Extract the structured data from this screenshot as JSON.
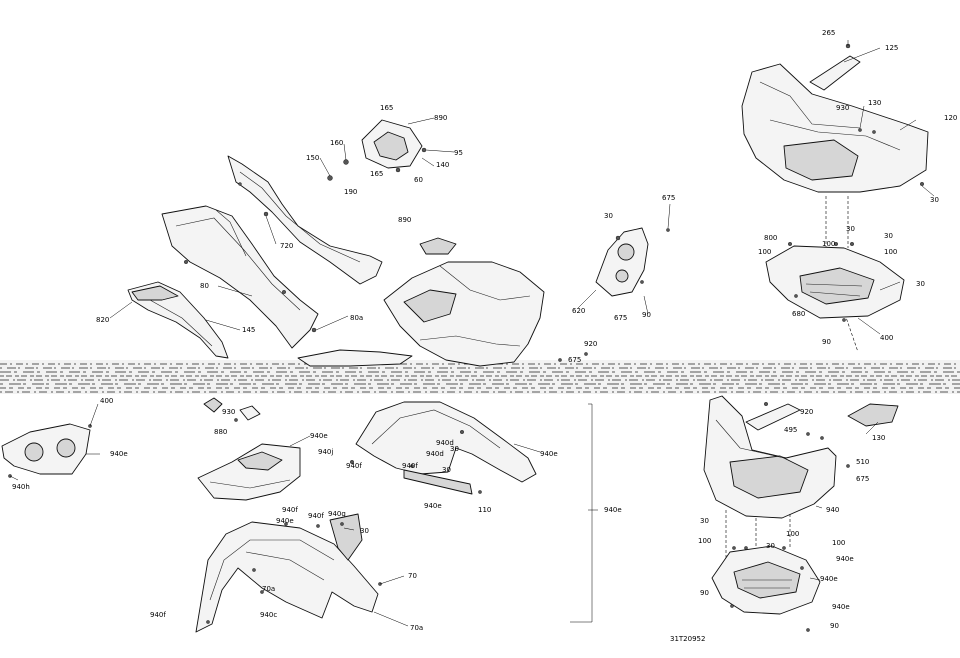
{
  "drawing_number": "31T20952",
  "callouts": [
    {
      "id": "c265",
      "text": "265"
    },
    {
      "id": "c125",
      "text": "125"
    },
    {
      "id": "c930a",
      "text": "930"
    },
    {
      "id": "c130a",
      "text": "130"
    },
    {
      "id": "c120",
      "text": "120"
    },
    {
      "id": "c30a",
      "text": "30"
    },
    {
      "id": "c165a",
      "text": "165"
    },
    {
      "id": "c890a",
      "text": "890"
    },
    {
      "id": "c160",
      "text": "160"
    },
    {
      "id": "c95",
      "text": "95"
    },
    {
      "id": "c150",
      "text": "150"
    },
    {
      "id": "c140",
      "text": "140"
    },
    {
      "id": "c165b",
      "text": "165"
    },
    {
      "id": "c60",
      "text": "60"
    },
    {
      "id": "c190",
      "text": "190"
    },
    {
      "id": "c890b",
      "text": "890"
    },
    {
      "id": "c30b",
      "text": "30"
    },
    {
      "id": "c675a",
      "text": "675"
    },
    {
      "id": "c720",
      "text": "720"
    },
    {
      "id": "c30c",
      "text": "30"
    },
    {
      "id": "c100a",
      "text": "100"
    },
    {
      "id": "c100b",
      "text": "100"
    },
    {
      "id": "c30d",
      "text": "30"
    },
    {
      "id": "c100c",
      "text": "100"
    },
    {
      "id": "c800",
      "text": "800"
    },
    {
      "id": "c80",
      "text": "80"
    },
    {
      "id": "c30e",
      "text": "30"
    },
    {
      "id": "c620",
      "text": "620"
    },
    {
      "id": "c675b",
      "text": "675"
    },
    {
      "id": "c90a",
      "text": "90"
    },
    {
      "id": "c680",
      "text": "680"
    },
    {
      "id": "c820",
      "text": "820"
    },
    {
      "id": "c145",
      "text": "145"
    },
    {
      "id": "c80a",
      "text": "80a"
    },
    {
      "id": "c90b",
      "text": "90"
    },
    {
      "id": "c400a",
      "text": "400"
    },
    {
      "id": "c920a",
      "text": "920"
    },
    {
      "id": "c675c",
      "text": "675"
    },
    {
      "id": "c400b",
      "text": "400"
    },
    {
      "id": "c930b",
      "text": "930"
    },
    {
      "id": "c920b",
      "text": "920"
    },
    {
      "id": "c880",
      "text": "880"
    },
    {
      "id": "c130b",
      "text": "130"
    },
    {
      "id": "c495",
      "text": "495"
    },
    {
      "id": "c940e_a",
      "text": "940e"
    },
    {
      "id": "c940d_a",
      "text": "940d"
    },
    {
      "id": "c940e_b",
      "text": "940e"
    },
    {
      "id": "c940j",
      "text": "940j"
    },
    {
      "id": "c940d_b",
      "text": "940d"
    },
    {
      "id": "c30f",
      "text": "30"
    },
    {
      "id": "c510",
      "text": "510"
    },
    {
      "id": "c940e_c",
      "text": "940e"
    },
    {
      "id": "c940f_a",
      "text": "940f"
    },
    {
      "id": "c940f_b",
      "text": "940f"
    },
    {
      "id": "c30g",
      "text": "30"
    },
    {
      "id": "c675d",
      "text": "675"
    },
    {
      "id": "c940h",
      "text": "940h"
    },
    {
      "id": "c940e_d",
      "text": "940e"
    },
    {
      "id": "c110",
      "text": "110"
    },
    {
      "id": "c940",
      "text": "940"
    },
    {
      "id": "c940e_e",
      "text": "940e"
    },
    {
      "id": "c940f_c",
      "text": "940f"
    },
    {
      "id": "c940f_d",
      "text": "940f"
    },
    {
      "id": "c940e_f",
      "text": "940e"
    },
    {
      "id": "c940g",
      "text": "940g"
    },
    {
      "id": "c30h",
      "text": "30"
    },
    {
      "id": "c30i",
      "text": "30"
    },
    {
      "id": "c100d",
      "text": "100"
    },
    {
      "id": "c100e",
      "text": "100"
    },
    {
      "id": "c30j",
      "text": "30"
    },
    {
      "id": "c100f",
      "text": "100"
    },
    {
      "id": "c940e_g",
      "text": "940e"
    },
    {
      "id": "c70",
      "text": "70"
    },
    {
      "id": "c940e_h",
      "text": "940e"
    },
    {
      "id": "c70a_a",
      "text": "70a"
    },
    {
      "id": "c90c",
      "text": "90"
    },
    {
      "id": "c940e_i",
      "text": "940e"
    },
    {
      "id": "c940f_e",
      "text": "940f"
    },
    {
      "id": "c940c",
      "text": "940c"
    },
    {
      "id": "c70a_b",
      "text": "70a"
    },
    {
      "id": "c90d",
      "text": "90"
    }
  ]
}
